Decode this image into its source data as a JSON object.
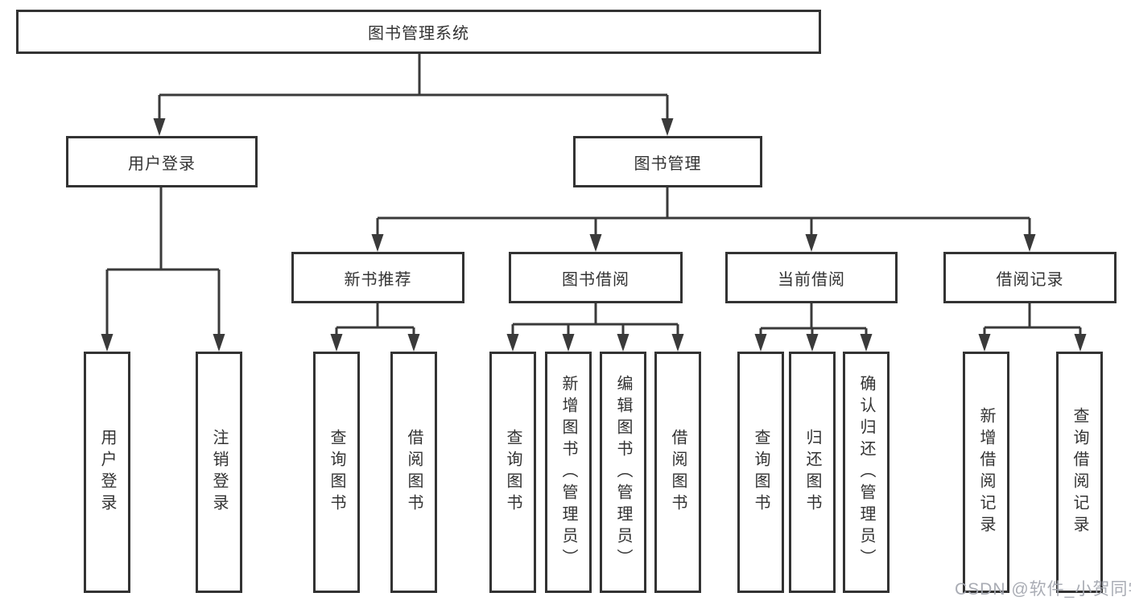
{
  "diagram": {
    "title_node": "图书管理系统",
    "level2": {
      "user_login": "用户登录",
      "book_mgmt": "图书管理"
    },
    "level3": {
      "new_books": "新书推荐",
      "book_borrow": "图书借阅",
      "current_borrow": "当前借阅",
      "borrow_records": "借阅记录"
    },
    "leaves": {
      "user_login": [
        "用户登录",
        "注销登录"
      ],
      "new_books": [
        "查询图书",
        "借阅图书"
      ],
      "book_borrow": [
        "查询图书",
        "新增图书（管理员）",
        "编辑图书（管理员）",
        "借阅图书"
      ],
      "current_borrow": [
        "查询图书",
        "归还图书",
        "确认归还（管理员）"
      ],
      "borrow_records": [
        "新增借阅记录",
        "查询借阅记录"
      ]
    },
    "colors": {
      "line": "#3a3a3a",
      "box_border": "#333333",
      "box_fill": "#ffffff",
      "text": "#333333",
      "watermark": "#a4a8b0"
    },
    "watermark": "CSDN @软件_小贺同学"
  }
}
